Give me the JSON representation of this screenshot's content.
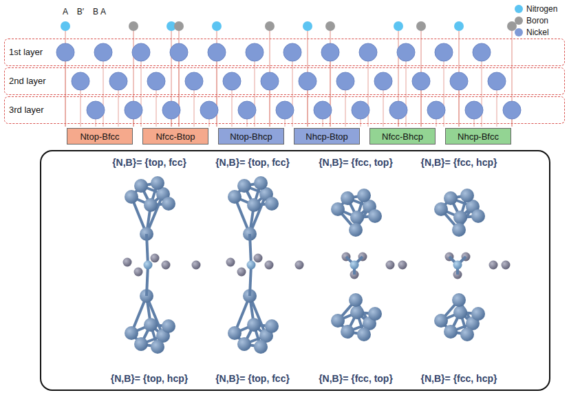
{
  "diagram": {
    "nodes": [
      {
        "text": [
          "1st layer"
        ]
      },
      {
        "text": [
          "2nd layer"
        ]
      },
      {
        "text": [
          "3rd layer"
        ]
      },
      {
        "text": [
          "Ntop-Bfcc"
        ]
      },
      {
        "text": [
          "Nfcc-Btop"
        ]
      },
      {
        "text": [
          "Ntop-Bhcp"
        ]
      },
      {
        "text": [
          "Nhcp-Btop"
        ]
      },
      {
        "text": [
          "Nfcc-Bhcp"
        ]
      },
      {
        "text": [
          "Nhcp-Bfcc"
        ]
      },
      {
        "text": [
          "{N,B}= {top, fcc}",
          "{N,B}= {top, fcc}",
          "{N,B}= {fcc, top}",
          "{N,B}= {fcc, hcp}",
          "{N,B}= {top, hcp}",
          "{N,B}= {top, fcc}",
          "{N,B}= {fcc, top}",
          "{N,B}= {fcc, hcp}"
        ]
      }
    ],
    "edges": [],
    "labels": [
      "A",
      "B′",
      "B",
      "A"
    ],
    "legend": [
      {
        "text": "Nitrogen",
        "color": "#5cc4f2"
      },
      {
        "text": "Boron",
        "color": "#9a9a9a"
      },
      {
        "text": "Nickel",
        "color": "#7f9ad6"
      }
    ]
  }
}
